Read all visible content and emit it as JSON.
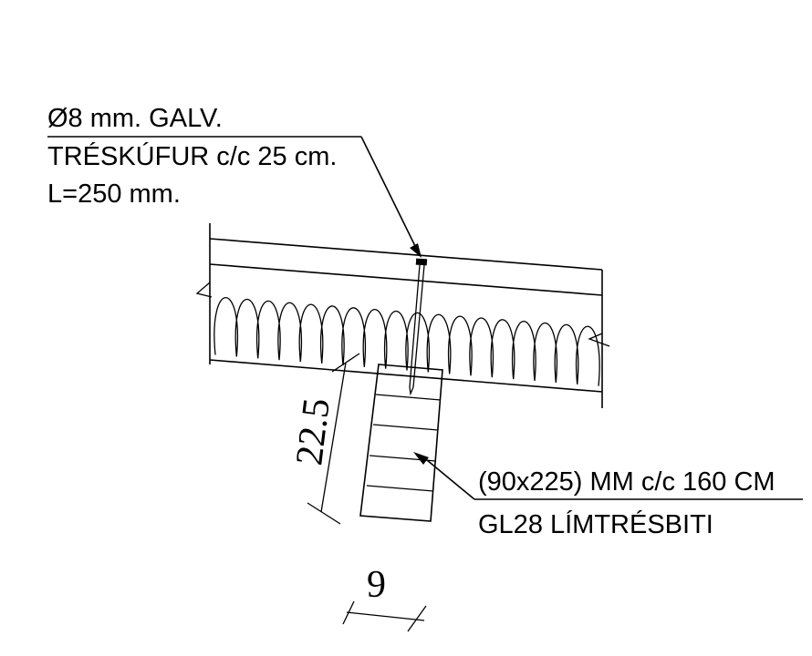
{
  "screw_label": {
    "line1": "Ø8 mm. GALV.",
    "line2": "TRÉSKÚFUR c/c 25 cm.",
    "line3": "L=250 mm."
  },
  "beam_label": {
    "line1": "(90x225) MM c/c 160 CM",
    "line2": "GL28 LÍMTRÉSBITI"
  },
  "dimensions": {
    "height": "22.5",
    "width": "9"
  },
  "colors": {
    "ink": "#000000",
    "background": "#ffffff"
  }
}
